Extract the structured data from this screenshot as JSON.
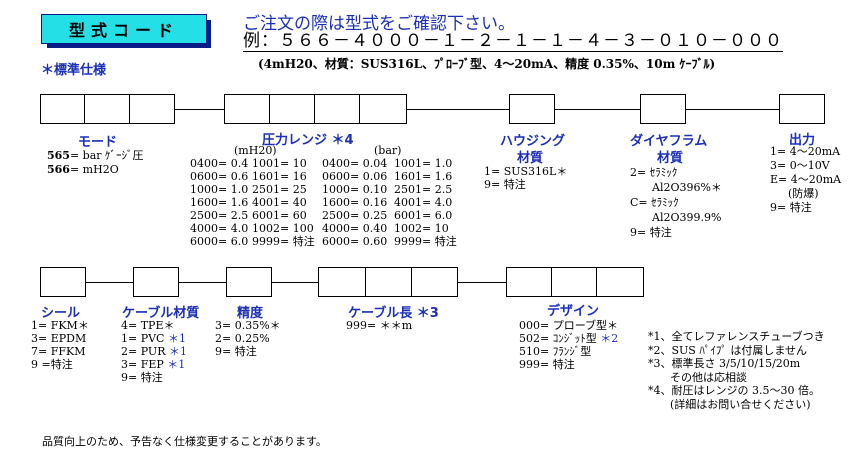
{
  "badge": {
    "label": "型式コード"
  },
  "std_label": "＊標準仕様",
  "notice": "ご注文の際は型式をご確認下さい。",
  "example": "例：５６６－４０００－１－２－１－１－４－３－０１０－０００",
  "example_sub": "(4mH20、材質：SUS316L、ﾌﾟﾛｰﾌﾞ型、4～20mA、精度 0.35%、10m ｹｰﾌﾞﾙ)",
  "mode": {
    "heading": "モード",
    "items": [
      {
        "code": "565",
        "text": "= bar ｹﾞｰｼﾞ圧"
      },
      {
        "code": "566",
        "text": "= mH2O"
      }
    ]
  },
  "pressure": {
    "heading": "圧力レンジ ＊4",
    "unit_mh2o": "(mH20)",
    "unit_bar": "(bar)",
    "col1": [
      "0400= 0.4",
      "0600= 0.6",
      "1000= 1.0",
      "1600= 1.6",
      "2500= 2.5",
      "4000= 4.0",
      "6000= 6.0"
    ],
    "col2": [
      "1001= 10",
      "1601= 16",
      "2501= 25",
      "4001= 40",
      "6001= 60",
      "1002= 100",
      "9999= 特注"
    ],
    "col3": [
      "0400= 0.04",
      "0600= 0.06",
      "1000= 0.10",
      "1600= 0.16",
      "2500= 0.25",
      "4000= 0.40",
      "6000= 0.60"
    ],
    "col4": [
      "1001= 1.0",
      "1601= 1.6",
      "2501= 2.5",
      "4001= 4.0",
      "6001= 6.0",
      "1002= 10",
      "9999= 特注"
    ]
  },
  "housing": {
    "heading1": "ハウジング",
    "heading2": "材質",
    "items": [
      "1= SUS316L＊",
      "9= 特注"
    ]
  },
  "diaphragm": {
    "heading1": "ダイヤフラム",
    "heading2": "材質",
    "items": [
      "2= ｾﾗﾐｯｸ",
      "Al2O396%＊",
      "C= ｾﾗﾐｯｸ",
      "Al2O399.9%",
      "9= 特注"
    ]
  },
  "output": {
    "heading": "出力",
    "items": [
      "1= 4～20mA",
      "3= 0～10V",
      "E= 4～20mA",
      "(防爆)",
      "9= 特注"
    ]
  },
  "seal": {
    "heading": "シール",
    "items": [
      "1= FKM＊",
      "3= EPDM",
      "7= FFKM",
      "9 =特注"
    ]
  },
  "cable_material": {
    "heading": "ケーブル材質",
    "items": [
      {
        "t": "4= TPE＊",
        "m": ""
      },
      {
        "t": "1= PVC ",
        "m": "＊1"
      },
      {
        "t": "2= PUR ",
        "m": "＊1"
      },
      {
        "t": "3= FEP ",
        "m": "＊1"
      },
      {
        "t": "9= 特注",
        "m": ""
      }
    ]
  },
  "accuracy": {
    "heading": "精度",
    "items": [
      "3= 0.35%＊",
      "2= 0.25%",
      "9= 特注"
    ]
  },
  "cable_length": {
    "heading": "ケーブル長 ＊3",
    "items": [
      "999= ＊＊m"
    ]
  },
  "design": {
    "heading": "デザイン",
    "items": [
      {
        "t": "000= プローブ型＊",
        "m": ""
      },
      {
        "t": "502= ｺﾝｼﾞｯﾄ型 ",
        "m": "＊2"
      },
      {
        "t": "510= ﾌﾗﾝｼﾞ型",
        "m": ""
      },
      {
        "t": "999= 特注",
        "m": ""
      }
    ]
  },
  "notes": [
    "*1、全てレファレンスチューブつき",
    "*2、SUS ﾊﾟｲﾌﾟ は付属しません",
    "*3、標準長さ 3/5/10/15/20m",
    "　　その他は応相談",
    "*4、耐圧はレンジの 3.5～30 倍。",
    "　　(詳細はお問い合せください)"
  ],
  "footer": "品質向上のため、予告なく仕様変更することがあります。"
}
